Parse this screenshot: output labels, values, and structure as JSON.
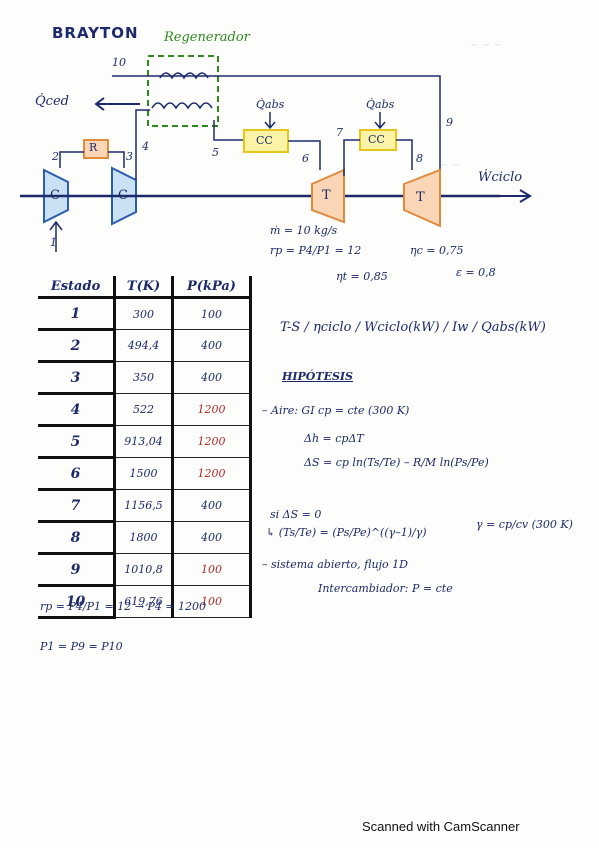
{
  "title": "BRAYTON",
  "regenerator_label": "Regenerador",
  "diagram": {
    "q_ced": "Q̇ced",
    "q_abs_1": "Q̇abs",
    "q_abs_2": "Q̇abs",
    "w_ciclo": "Ẇciclo",
    "box_r": "R",
    "box_cc1": "CC",
    "box_cc2": "CC",
    "comp1": "C",
    "comp2": "C",
    "turb1": "T",
    "turb2": "T",
    "states": [
      "1",
      "2",
      "3",
      "4",
      "5",
      "6",
      "7",
      "8",
      "9",
      "10"
    ]
  },
  "params": {
    "mass_flow": "ṁ = 10 kg/s",
    "rp_line": "rp = P4/P1 = 12",
    "eta_c": "ηc = 0,75",
    "eta_t": "ηt = 0,85",
    "epsilon": "ε = 0,8"
  },
  "table": {
    "headers": [
      "Estado",
      "T(K)",
      "P(kPa)"
    ],
    "rows": [
      {
        "estado": "1",
        "t": "300",
        "p": "100"
      },
      {
        "estado": "2",
        "t": "494,4",
        "p": "400"
      },
      {
        "estado": "3",
        "t": "350",
        "p": "400"
      },
      {
        "estado": "4",
        "t": "522",
        "p": "1200"
      },
      {
        "estado": "5",
        "t": "913,04",
        "p": "1200"
      },
      {
        "estado": "6",
        "t": "1500",
        "p": "1200"
      },
      {
        "estado": "7",
        "t": "1156,5",
        "p": "400"
      },
      {
        "estado": "8",
        "t": "1800",
        "p": "400"
      },
      {
        "estado": "9",
        "t": "1010,8",
        "p": "100"
      },
      {
        "estado": "10",
        "t": "619,76",
        "p": "100"
      }
    ]
  },
  "right_notes": {
    "asked": "T-S / ηciclo / Wciclo(kW) / Iw / Qabs(kW)",
    "hipotesis": "HIPÓTESIS",
    "h1": "– Aire: GI cp = cte (300 K)",
    "h2": "Δh = cpΔT",
    "h3": "ΔS = cp ln(Ts/Te) – R/M ln(Ps/Pe)",
    "h4": "si ΔS = 0",
    "h5": "↳ (Ts/Te) = (Ps/Pe)^((γ–1)/γ)",
    "h6": "γ = cp/cv (300 K)",
    "h7": "– sistema abierto, flujo 1D",
    "h8": "Intercambiador: P = cte"
  },
  "bottom_notes": {
    "line1": "rp = P4/P1 = 12 → P4 = 1200",
    "line2": "P1 = P9 = P10"
  },
  "footer": "Scanned with CamScanner"
}
